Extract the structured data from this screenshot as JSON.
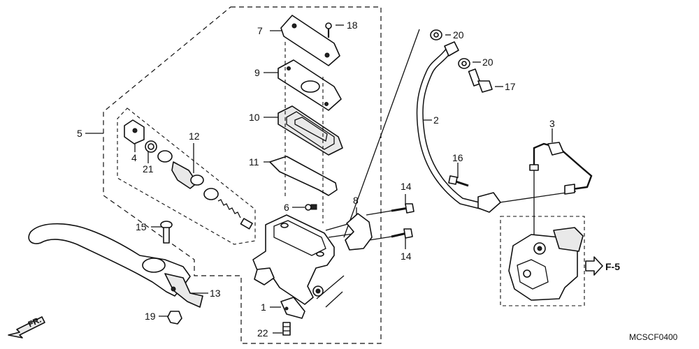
{
  "diagram": {
    "code": "MCSCF0400",
    "ref_label": "F-5",
    "direction_label": "FR.",
    "callouts": {
      "n1": "1",
      "n2": "2",
      "n3": "3",
      "n4": "4",
      "n5": "5",
      "n6": "6",
      "n7": "7",
      "n8": "8",
      "n9": "9",
      "n10": "10",
      "n11": "11",
      "n12": "12",
      "n13": "13",
      "n14a": "14",
      "n14b": "14",
      "n15": "15",
      "n16": "16",
      "n17": "17",
      "n18": "18",
      "n19": "19",
      "n20a": "20",
      "n20b": "20",
      "n21": "21",
      "n22": "22"
    }
  }
}
